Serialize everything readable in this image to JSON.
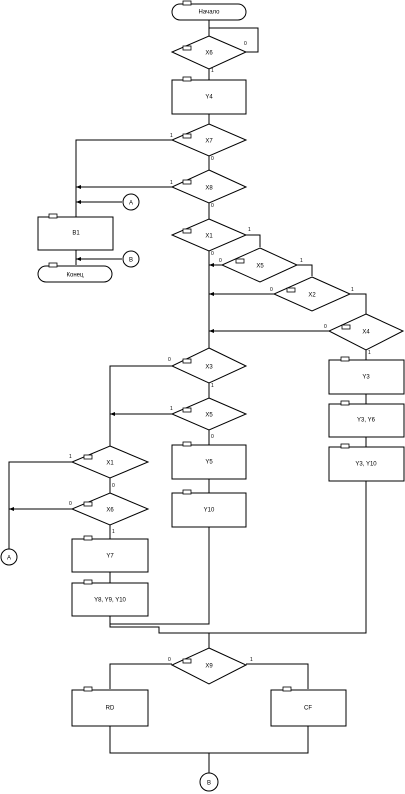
{
  "flowchart": {
    "start": "Начало",
    "end": "Конец",
    "ops": {
      "y4": "Y4",
      "b1": "B1",
      "y3": "Y3",
      "y3y6": "Y3, Y6",
      "y3y10": "Y3, Y10",
      "y5": "Y5",
      "y10": "Y10",
      "y7": "Y7",
      "y8y9y10": "Y8, Y9, Y10",
      "rd": "RD",
      "cf": "CF"
    },
    "conds": {
      "x6_top": "X6",
      "x7": "X7",
      "x8": "X8",
      "x1": "X1",
      "x5_mid": "X5",
      "x2": "X2",
      "x4": "X4",
      "x3": "X3",
      "x5_low": "X5",
      "xc": "X1",
      "x6_low": "X6",
      "x9": "X9"
    },
    "connectors": {
      "a_top": "A",
      "b_top": "B",
      "a_left": "A",
      "b_bottom": "B"
    },
    "branch": {
      "zero": "0",
      "one": "1"
    }
  }
}
